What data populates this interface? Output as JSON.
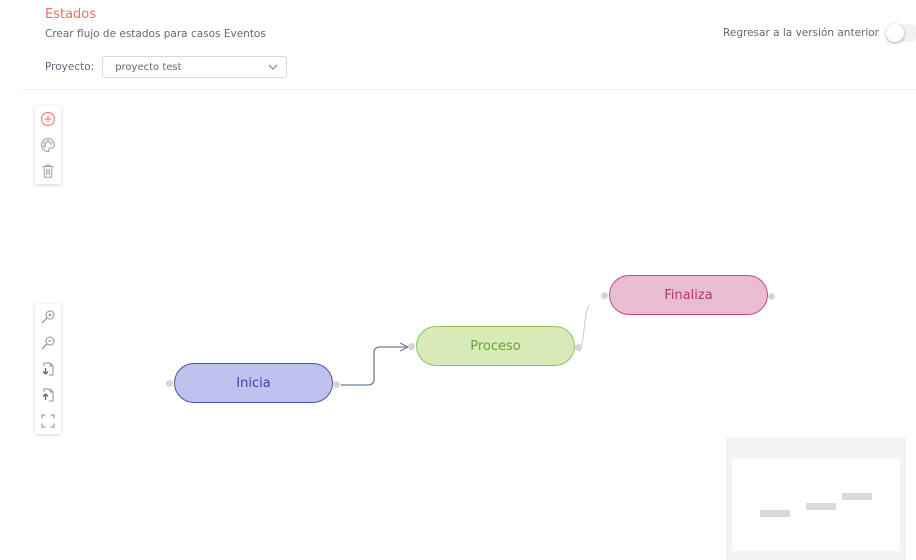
{
  "header": {
    "title": "Estados",
    "subtitle": "Crear flujo de estados para casos Eventos",
    "toggle_label": "Regresar a la versión anterior",
    "toggle_on": false
  },
  "project": {
    "label": "Proyecto:",
    "selected": "proyecto test"
  },
  "toolbar_top": {
    "items": [
      "add-node-icon",
      "palette-icon",
      "trash-icon"
    ]
  },
  "toolbar_zoom": {
    "items": [
      "zoom-in-icon",
      "zoom-out-icon",
      "import-icon",
      "export-icon",
      "fit-screen-icon"
    ]
  },
  "flow": {
    "nodes": [
      {
        "id": "inicia",
        "label": "Inicia",
        "fill": "#c0c2ee",
        "stroke": "#4a4fb0",
        "text": "#3c40a6"
      },
      {
        "id": "proceso",
        "label": "Proceso",
        "fill": "#d7eab8",
        "stroke": "#8fc45b",
        "text": "#6aa23a"
      },
      {
        "id": "finaliza",
        "label": "Finaliza",
        "fill": "#eabcd2",
        "stroke": "#c24b7e",
        "text": "#b03a6f"
      }
    ],
    "edges": [
      {
        "from": "Inicia",
        "to": "Proceso"
      },
      {
        "from": "Proceso",
        "to": "Finaliza"
      }
    ]
  },
  "colors": {
    "accent": "#ef6f5e",
    "muted_text": "#5f6b7a",
    "edge": "#6d7f99"
  }
}
